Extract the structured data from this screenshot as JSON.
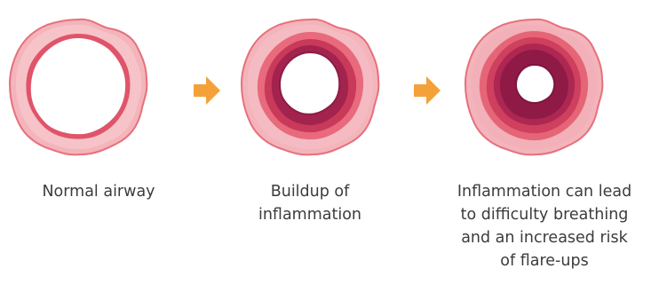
{
  "stages": [
    {
      "label": "Normal airway",
      "inflammation_level": 0
    },
    {
      "label": "Buildup of\ninflammation",
      "inflammation_level": 1
    },
    {
      "label": "Inflammation can lead\nto difficulty breathing\nand an increased risk\nof flare-ups",
      "inflammation_level": 2
    }
  ],
  "colors": {
    "outer_wall": "#f2aab2",
    "outer_edge": "#e6707c",
    "inner_wall": "#d9485f",
    "inflamed": "#9a1f4a",
    "lumen": "#ffffff",
    "arrow": "#f4a13a"
  },
  "icons": {
    "arrow": "arrow-right-icon",
    "airway": "airway-cross-section-icon"
  }
}
